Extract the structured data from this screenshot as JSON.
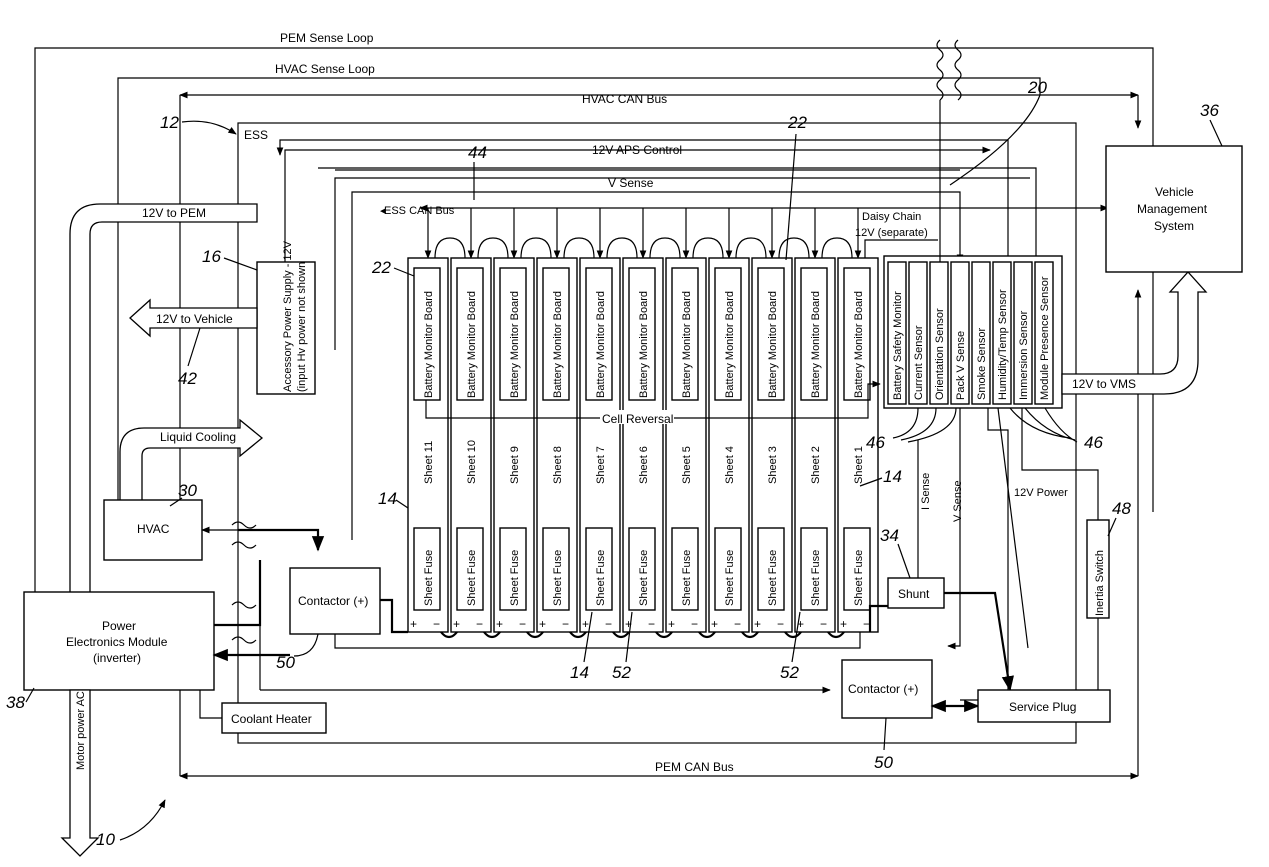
{
  "labels": {
    "pem_sense_loop": "PEM Sense Loop",
    "hvac_sense_loop": "HVAC Sense Loop",
    "hvac_can_bus": "HVAC CAN Bus",
    "ess": "ESS",
    "aps_control": "12V APS Control",
    "v_sense": "V Sense",
    "ess_can_bus": "ESS CAN Bus",
    "daisy_chain": "Daisy Chain",
    "daisy_chain_sub": "12V (separate)",
    "to_pem": "12V to PEM",
    "to_vehicle": "12V to Vehicle",
    "aps_line1": "Accessory Power Supply - 12V",
    "aps_line2": "(input Hv power not shown",
    "liquid_cooling": "Liquid Cooling",
    "hvac": "HVAC",
    "pem_line1": "Power",
    "pem_line2": "Electronics Module",
    "pem_line3": "(inverter)",
    "motor_power": "Motor power AC",
    "coolant_heater": "Coolant Heater",
    "contactor": "Contactor (+)",
    "cell_reversal": "Cell Reversal",
    "shunt": "Shunt",
    "service_plug": "Service Plug",
    "pem_can_bus": "PEM CAN Bus",
    "vms_line1": "Vehicle",
    "vms_line2": "Management",
    "vms_line3": "System",
    "to_vms": "12V to VMS",
    "i_sense": "I Sense",
    "v_sense_vertical": "V Sense",
    "power_12v": "12V Power",
    "inertia_switch": "Inertia Switch"
  },
  "sheets": [
    {
      "board": "Battery Monitor Board",
      "name": "Sheet 11",
      "fuse": "Sheet Fuse"
    },
    {
      "board": "Battery Monitor Board",
      "name": "Sheet 10",
      "fuse": "Sheet Fuse"
    },
    {
      "board": "Battery Monitor Board",
      "name": "Sheet 9",
      "fuse": "Sheet Fuse"
    },
    {
      "board": "Battery Monitor Board",
      "name": "Sheet 8",
      "fuse": "Sheet Fuse"
    },
    {
      "board": "Battery Monitor Board",
      "name": "Sheet 7",
      "fuse": "Sheet Fuse"
    },
    {
      "board": "Battery Monitor Board",
      "name": "Sheet 6",
      "fuse": "Sheet Fuse"
    },
    {
      "board": "Battery Monitor Board",
      "name": "Sheet 5",
      "fuse": "Sheet Fuse"
    },
    {
      "board": "Battery Monitor Board",
      "name": "Sheet 4",
      "fuse": "Sheet Fuse"
    },
    {
      "board": "Battery Monitor Board",
      "name": "Sheet 3",
      "fuse": "Sheet Fuse"
    },
    {
      "board": "Battery Monitor Board",
      "name": "Sheet 2",
      "fuse": "Sheet Fuse"
    },
    {
      "board": "Battery Monitor Board",
      "name": "Sheet 1",
      "fuse": "Sheet Fuse"
    }
  ],
  "terminals": {
    "plus": "+",
    "minus": "−"
  },
  "sensors": [
    "Battery Safety Monitor",
    "Current Sensor",
    "Orientation Sensor",
    "Pack V Sense",
    "Smoke Sensor",
    "Humidity/Temp Sensor",
    "Immersion Sensor",
    "Module Presence Sensor"
  ],
  "refs": {
    "r10": "10",
    "r12": "12",
    "r14a": "14",
    "r14b": "14",
    "r14c": "14",
    "r16": "16",
    "r20": "20",
    "r22a": "22",
    "r22b": "22",
    "r30": "30",
    "r34": "34",
    "r36": "36",
    "r38": "38",
    "r42": "42",
    "r44": "44",
    "r46a": "46",
    "r46b": "46",
    "r48": "48",
    "r50a": "50",
    "r50b": "50",
    "r52a": "52",
    "r52b": "52"
  }
}
